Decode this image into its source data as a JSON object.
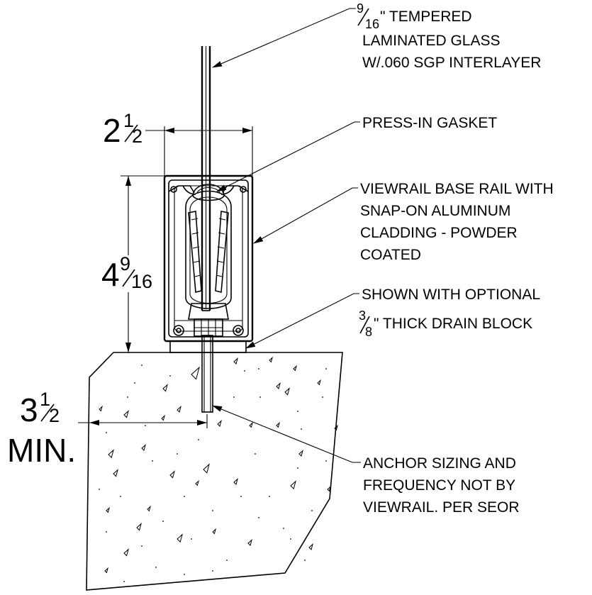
{
  "callouts": {
    "glass": {
      "fraction_num": "9",
      "fraction_den": "16",
      "line1_rest": "\" TEMPERED",
      "line2": "LAMINATED GLASS",
      "line3": "W/.060 SGP INTERLAYER"
    },
    "gasket": {
      "line1": "PRESS-IN GASKET"
    },
    "base_rail": {
      "line1": "VIEWRAIL BASE RAIL WITH",
      "line2": "SNAP-ON ALUMINUM",
      "line3": "CLADDING - POWDER",
      "line4": "COATED"
    },
    "drain_block": {
      "line1": "SHOWN WITH OPTIONAL",
      "fraction_num": "3",
      "fraction_den": "8",
      "line2_rest": "\" THICK DRAIN BLOCK"
    },
    "anchor": {
      "line1": "ANCHOR SIZING AND",
      "line2": "FREQUENCY NOT BY",
      "line3": "VIEWRAIL. PER SEOR"
    }
  },
  "dimensions": {
    "width": {
      "whole": "2",
      "num": "1",
      "den": "2"
    },
    "height": {
      "whole": "4",
      "num": "9",
      "den": "16"
    },
    "edge": {
      "whole": "3",
      "num": "1",
      "den": "2",
      "suffix": "MIN."
    }
  }
}
